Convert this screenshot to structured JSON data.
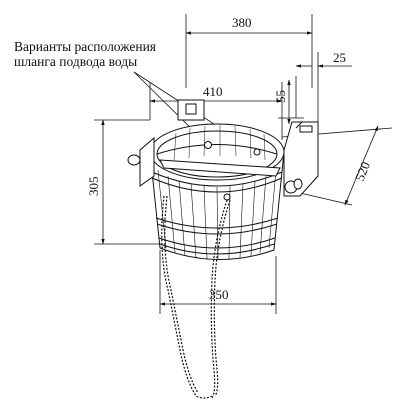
{
  "note": {
    "line1": "Варианты расположения",
    "line2": "шланга подвода воды"
  },
  "dimensions": {
    "top_width": "380",
    "offset": "25",
    "rim_width": "410",
    "bracket": "55",
    "height": "305",
    "depth": "520",
    "bottom_width": "350"
  }
}
